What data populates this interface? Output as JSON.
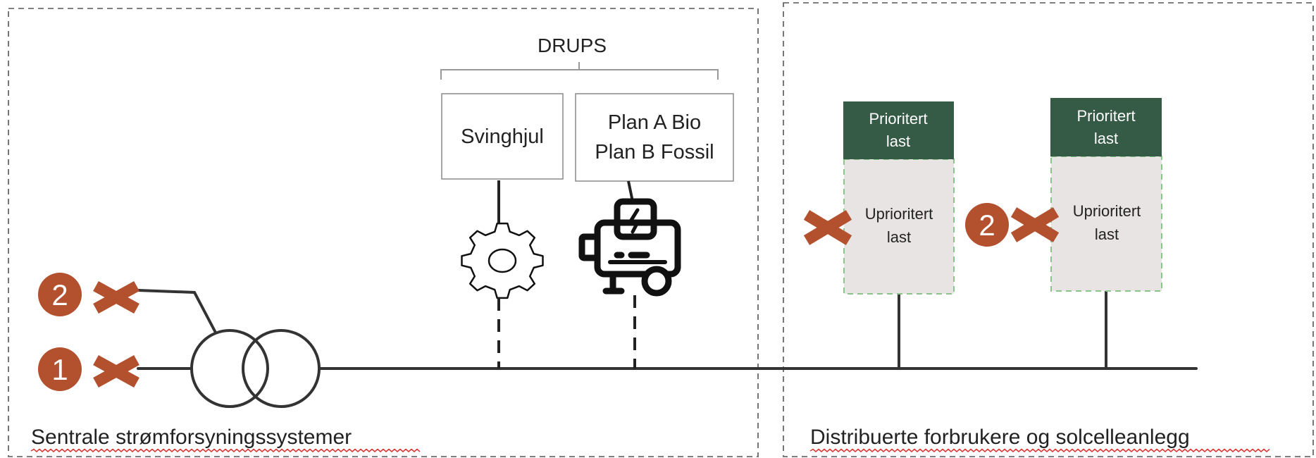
{
  "diagram": {
    "group_label": "DRUPS",
    "boxes": {
      "flywheel": "Svinghjul",
      "plan_a": "Plan A Bio",
      "plan_b": "Plan B Fossil"
    },
    "loads": [
      {
        "priority_line1": "Prioritert",
        "priority_line2": "last",
        "unpriority_line1": "Uprioritert",
        "unpriority_line2": "last"
      },
      {
        "priority_line1": "Prioritert",
        "priority_line2": "last",
        "unpriority_line1": "Uprioritert",
        "unpriority_line2": "last"
      }
    ],
    "badges": {
      "first": "1",
      "second": "2"
    },
    "region_labels": {
      "left": "Sentrale strømforsyningssystemer",
      "right": "Distribuerte forbrukere og solcelleanlegg"
    }
  },
  "colors": {
    "breaker": "#b3502e",
    "load_header": "#355a45",
    "load_body": "#e9e4e4"
  }
}
